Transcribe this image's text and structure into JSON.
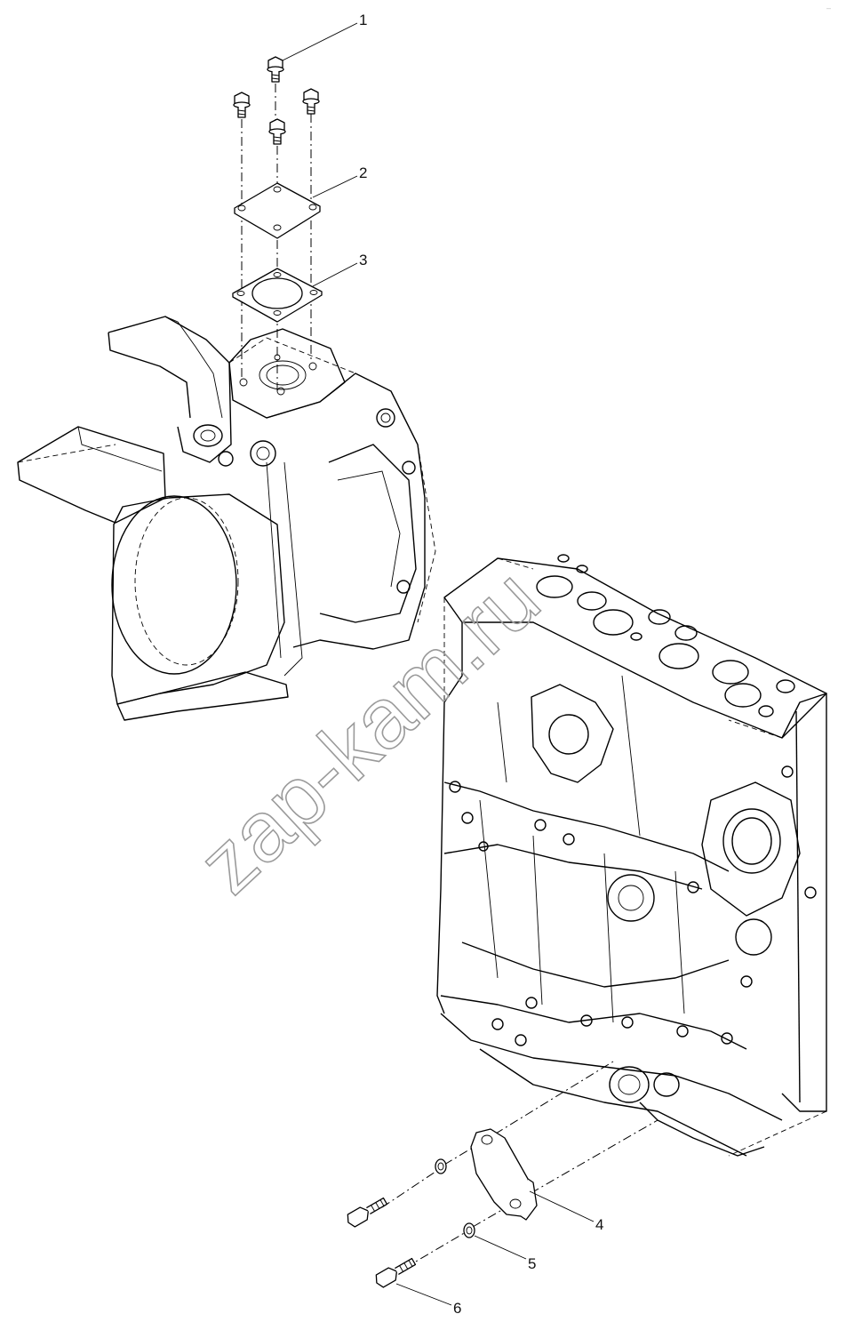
{
  "watermark": "zap-kam.ru",
  "corner_mark": "–",
  "callouts": [
    {
      "id": "1",
      "label": "1"
    },
    {
      "id": "2",
      "label": "2"
    },
    {
      "id": "3",
      "label": "3"
    },
    {
      "id": "4",
      "label": "4"
    },
    {
      "id": "5",
      "label": "5"
    },
    {
      "id": "6",
      "label": "6"
    }
  ],
  "parts": [
    {
      "callout": "1",
      "icon": "flange-bolt-icon",
      "count": 4
    },
    {
      "callout": "2",
      "icon": "cover-plate-icon"
    },
    {
      "callout": "3",
      "icon": "gasket-icon"
    },
    {
      "callout": "4",
      "icon": "side-cover-plate-icon"
    },
    {
      "callout": "5",
      "icon": "washer-icon",
      "count": 2
    },
    {
      "callout": "6",
      "icon": "hex-bolt-icon",
      "count": 2
    }
  ],
  "colors": {
    "line": "#000000",
    "background": "#ffffff",
    "watermark": "#9a9a9a"
  }
}
